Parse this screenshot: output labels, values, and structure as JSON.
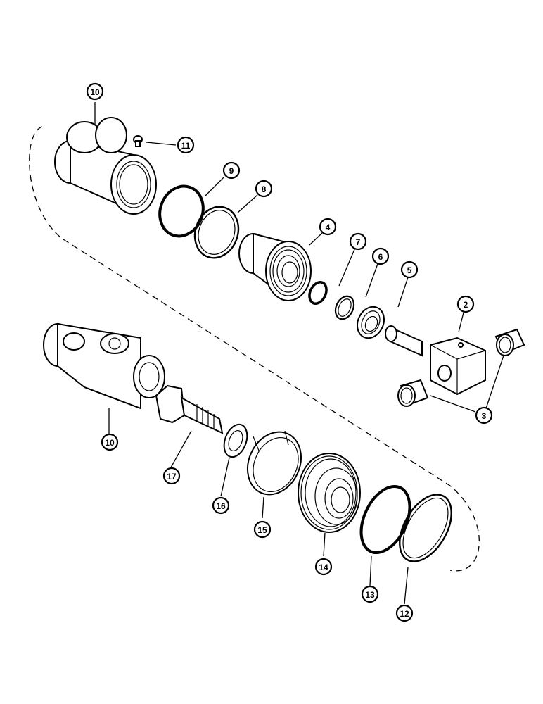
{
  "callouts": [
    {
      "id": "10a",
      "label": "10"
    },
    {
      "id": "11",
      "label": "11"
    },
    {
      "id": "9",
      "label": "9"
    },
    {
      "id": "8",
      "label": "8"
    },
    {
      "id": "4",
      "label": "4"
    },
    {
      "id": "7",
      "label": "7"
    },
    {
      "id": "6",
      "label": "6"
    },
    {
      "id": "5",
      "label": "5"
    },
    {
      "id": "2",
      "label": "2"
    },
    {
      "id": "3",
      "label": "3"
    },
    {
      "id": "10b",
      "label": "10"
    },
    {
      "id": "17",
      "label": "17"
    },
    {
      "id": "16",
      "label": "16"
    },
    {
      "id": "15",
      "label": "15"
    },
    {
      "id": "14",
      "label": "14"
    },
    {
      "id": "13",
      "label": "13"
    },
    {
      "id": "12",
      "label": "12"
    }
  ]
}
